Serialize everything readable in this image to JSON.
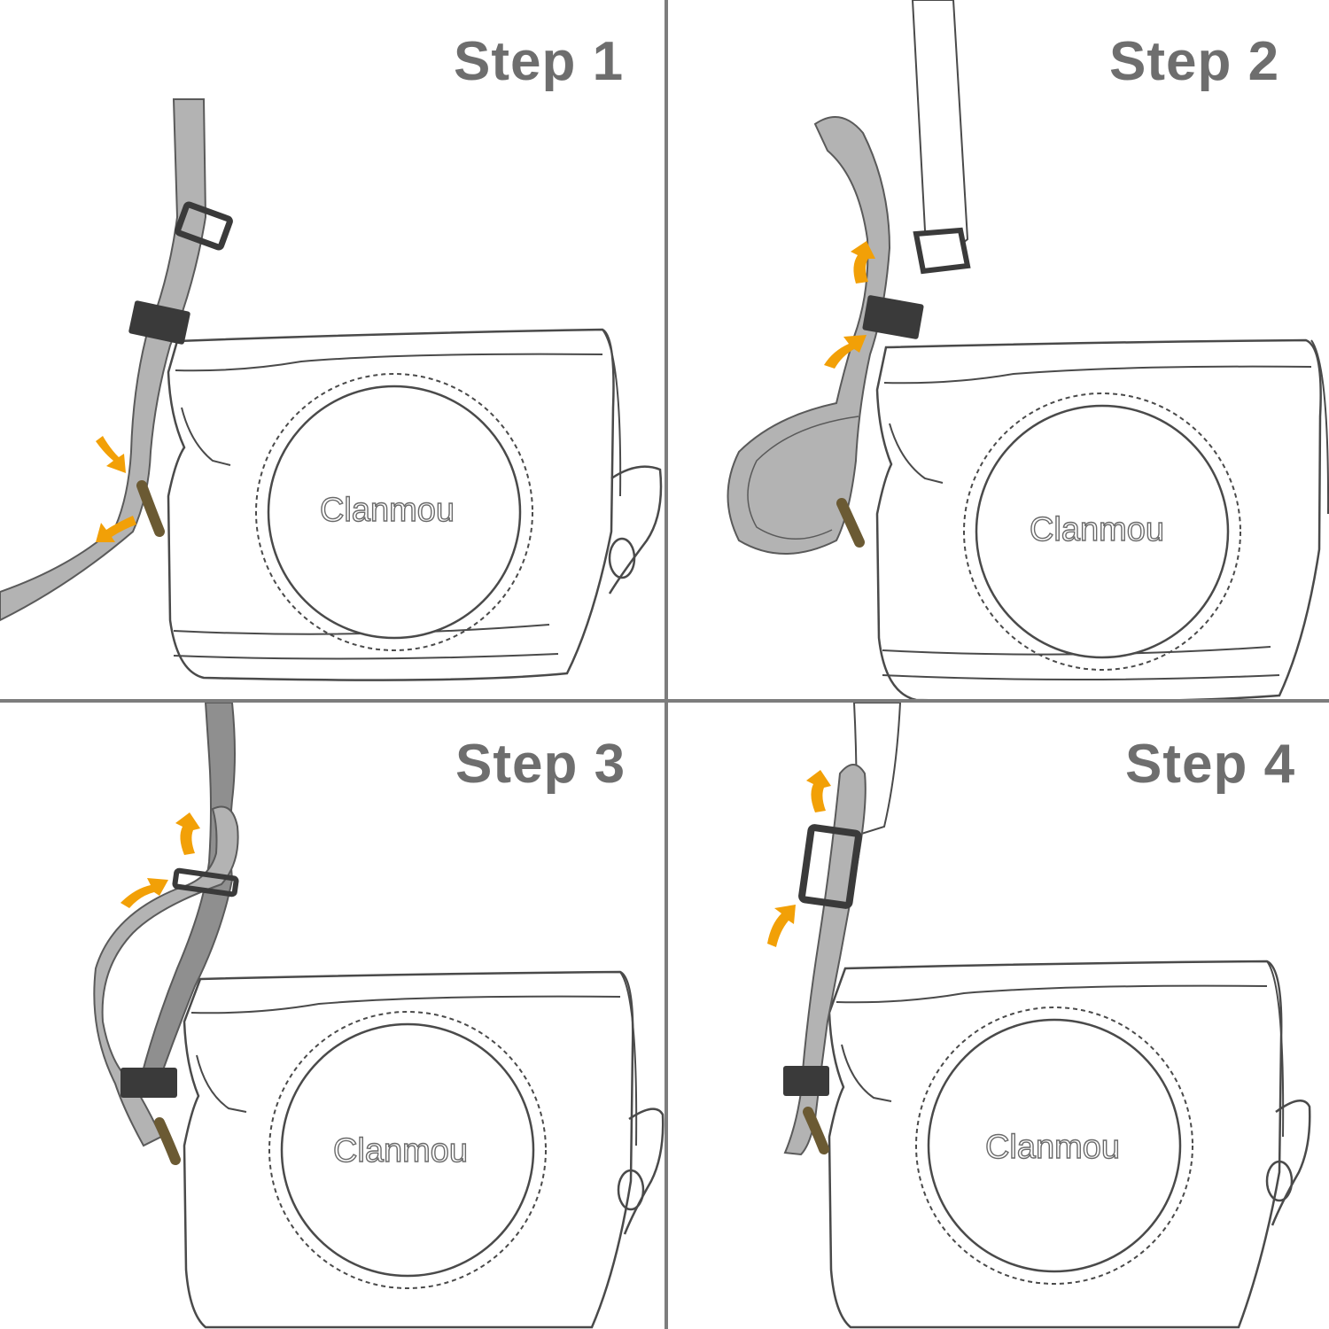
{
  "steps": [
    {
      "title": "Step 1",
      "brand": "Clanmou"
    },
    {
      "title": "Step 2",
      "brand": "Clanmou"
    },
    {
      "title": "Step 3",
      "brand": "Clanmou"
    },
    {
      "title": "Step 4",
      "brand": "Clanmou"
    }
  ],
  "colors": {
    "strap": "#b3b3b3",
    "strap_dark": "#8f8f8f",
    "buckle": "#3a3a3a",
    "ring": "#6b5a33",
    "arrow": "#f2a007",
    "outline": "#4a4a4a",
    "title": "#6e6e6e",
    "divider": "#7d7d7d"
  },
  "icons": [
    "curved-arrow-icon",
    "buckle-icon",
    "strap-ring-icon"
  ]
}
